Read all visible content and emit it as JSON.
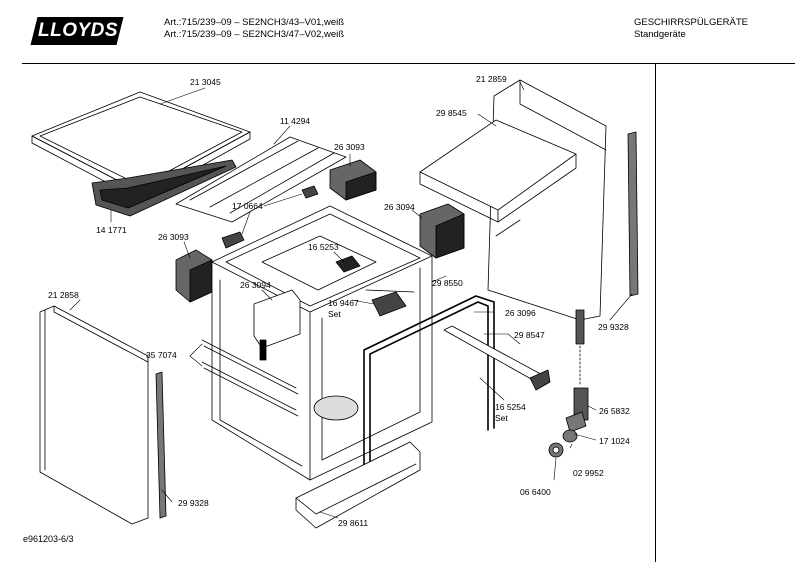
{
  "header": {
    "brand": "LLOYDS",
    "article_lines": [
      "Art.:715/239–09 – SE2NCH3/43–V01,weiß",
      "Art.:715/239–09 – SE2NCH3/47–V02,weiß"
    ],
    "category": "GESCHIRRSPÜLGERÄTE",
    "subcategory": "Standgeräte"
  },
  "footer": {
    "drawing_id": "e961203-6/3"
  },
  "parts": [
    {
      "id": "p-213045",
      "text": "21 3045"
    },
    {
      "id": "p-114294",
      "text": "11 4294"
    },
    {
      "id": "p-263093a",
      "text": "26 3093"
    },
    {
      "id": "p-170664",
      "text": "17 0664"
    },
    {
      "id": "p-141771",
      "text": "14 1771"
    },
    {
      "id": "p-263093b",
      "text": "26 3093"
    },
    {
      "id": "p-212858",
      "text": "21 2858"
    },
    {
      "id": "p-263094a",
      "text": "26 3094"
    },
    {
      "id": "p-165253",
      "text": "16 5253"
    },
    {
      "id": "p-169467",
      "text": "16 9467"
    },
    {
      "id": "p-169467set",
      "text": "Set"
    },
    {
      "id": "p-357074",
      "text": "35 7074"
    },
    {
      "id": "p-299328a",
      "text": "29 9328"
    },
    {
      "id": "p-212859",
      "text": "21 2859"
    },
    {
      "id": "p-298545",
      "text": "29 8545"
    },
    {
      "id": "p-263094b",
      "text": "26 3094"
    },
    {
      "id": "p-298550",
      "text": "29 8550"
    },
    {
      "id": "p-263096",
      "text": "26 3096"
    },
    {
      "id": "p-298547",
      "text": "29 8547"
    },
    {
      "id": "p-165254",
      "text": "16 5254"
    },
    {
      "id": "p-165254set",
      "text": "Set"
    },
    {
      "id": "p-299328b",
      "text": "29 9328"
    },
    {
      "id": "p-265832",
      "text": "26 5832"
    },
    {
      "id": "p-171024",
      "text": "17 1024"
    },
    {
      "id": "p-029952",
      "text": "02 9952"
    },
    {
      "id": "p-066400",
      "text": "06 6400"
    },
    {
      "id": "p-298611",
      "text": "29 8611"
    }
  ]
}
